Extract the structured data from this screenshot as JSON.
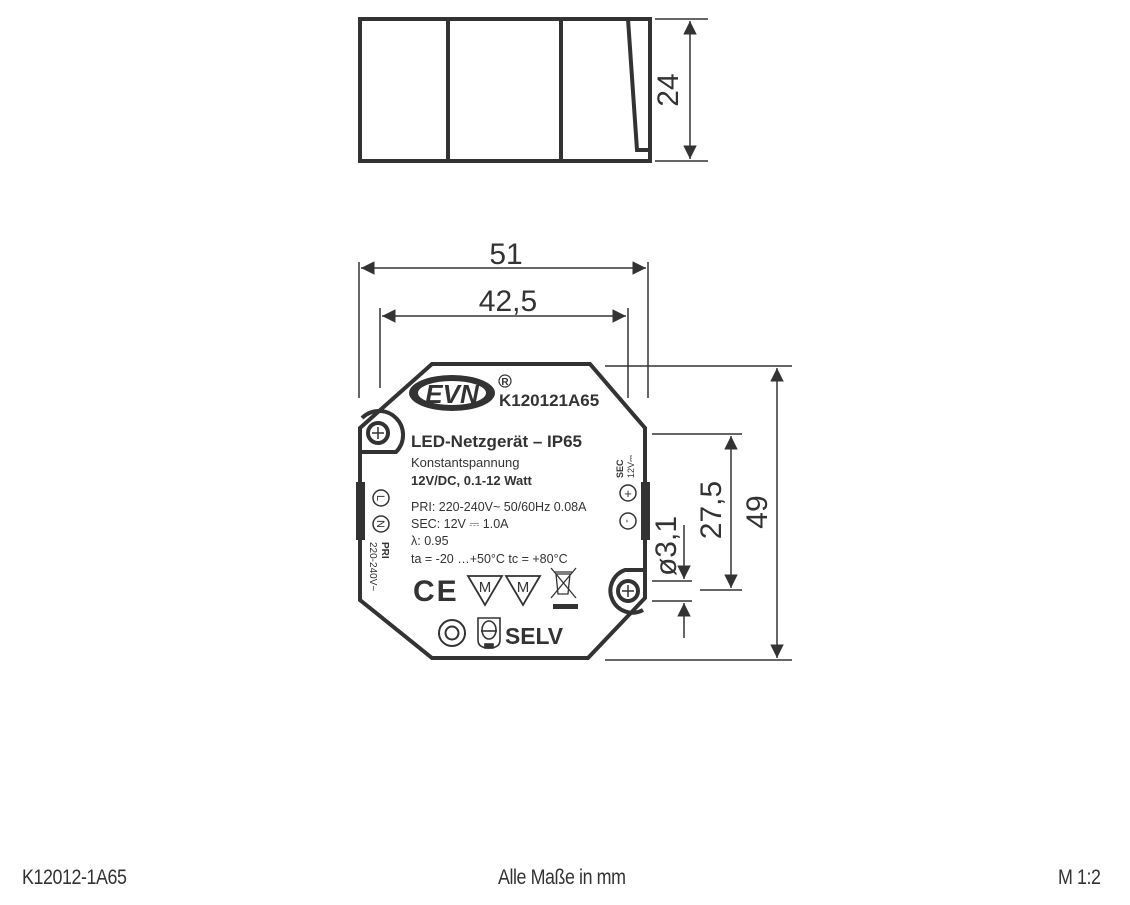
{
  "drawing": {
    "side_view": {
      "height_dim": "24"
    },
    "top_view": {
      "width_outer_dim": "51",
      "width_inner_dim": "42,5",
      "height_outer_dim": "49",
      "hole_spacing_dim": "27,5",
      "hole_diameter_dim": "ø3,1"
    },
    "label": {
      "brand": "EVN",
      "registered": "R",
      "model": "K120121A65",
      "title": "LED-Netzgerät – IP65",
      "subtitle": "Konstantspannung",
      "rating": "12V/DC, 0.1-12 Watt",
      "pri_line": "PRI: 220-240V~  50/60Hz 0.08A",
      "sec_line": "SEC: 12V ⎓  1.0A",
      "lambda_line": "λ: 0.95",
      "temp_line": "ta = -20 …+50°C  tc = +80°C",
      "selv": "SELV",
      "ce": "CE",
      "m_mark": "M",
      "terminal_l": "L",
      "terminal_n": "N",
      "pri_tag": "PRI",
      "pri_voltage": "220-240V~",
      "sec_tag": "SEC",
      "sec_voltage": "12V⎓",
      "terminal_plus": "+",
      "terminal_minus": "-"
    }
  },
  "footer": {
    "part_number": "K12012-1A65",
    "units_note": "Alle Maße in mm",
    "scale": "M 1:2"
  },
  "colors": {
    "line": "#333333",
    "background": "#ffffff"
  }
}
